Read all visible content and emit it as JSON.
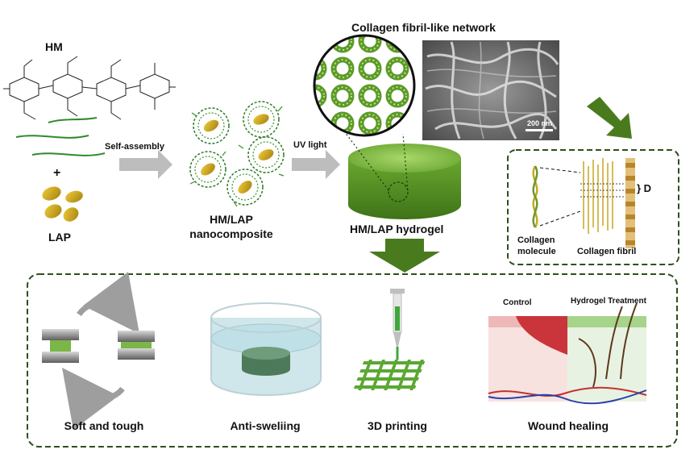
{
  "top": {
    "hm_label": "HM",
    "plus": "+",
    "lap_label": "LAP",
    "self_assembly": "Self-assembly",
    "nanocomposite_line1": "HM/LAP",
    "nanocomposite_line2": "nanocomposite",
    "uv_light": "UV light",
    "hydrogel_label": "HM/LAP hydrogel",
    "network_title": "Collagen fibril-like network",
    "scale_bar": "200 nm"
  },
  "collagen_inset": {
    "d_label": "} D",
    "molecule_line1": "Collagen",
    "molecule_line2": "molecule",
    "fibril_label": "Collagen fibril"
  },
  "applications": {
    "items": [
      {
        "label": "Soft and tough"
      },
      {
        "label": "Anti-sweliing"
      },
      {
        "label": "3D printing"
      },
      {
        "label": "Wound healing"
      }
    ],
    "control_label": "Control",
    "treatment_label": "Hydrogel Treatment"
  },
  "colors": {
    "green_dark": "#4a7a1e",
    "green_mid": "#7ab648",
    "gold": "#c9a520",
    "gray_arrow": "#bdbdbd",
    "frame_green": "#2f4f1a"
  }
}
